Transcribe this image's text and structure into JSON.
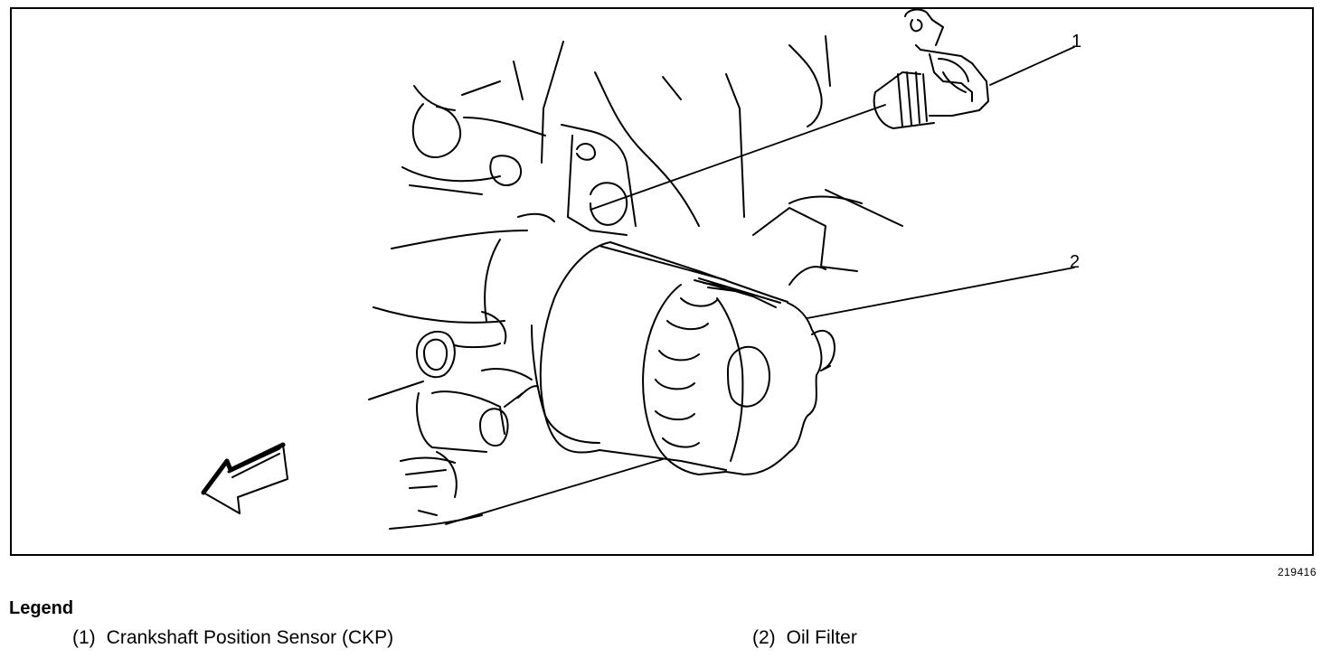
{
  "callouts": [
    {
      "number": "1"
    },
    {
      "number": "2"
    }
  ],
  "figure_id": "219416",
  "legend": {
    "title": "Legend",
    "items": [
      {
        "number": "(1)",
        "label": "Crankshaft Position Sensor (CKP)"
      },
      {
        "number": "(2)",
        "label": "Oil Filter"
      }
    ]
  },
  "icons": {
    "direction_arrow": "front-direction-arrow-icon"
  }
}
